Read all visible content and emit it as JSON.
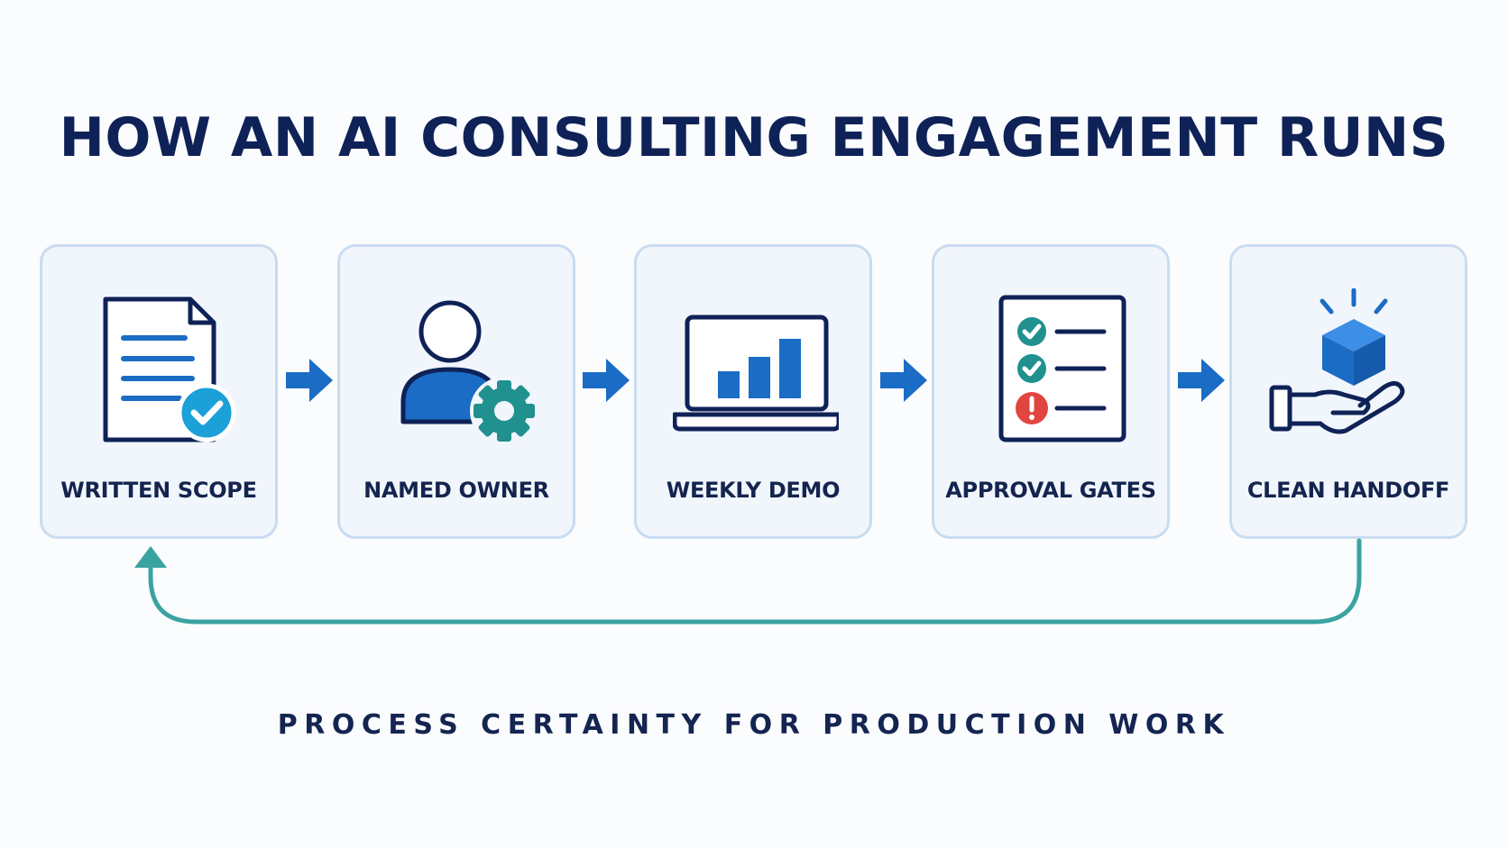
{
  "title": "HOW AN AI CONSULTING ENGAGEMENT RUNS",
  "steps": [
    {
      "label": "WRITTEN SCOPE",
      "icon": "document-check-icon"
    },
    {
      "label": "NAMED OWNER",
      "icon": "user-gear-icon"
    },
    {
      "label": "WEEKLY DEMO",
      "icon": "laptop-chart-icon"
    },
    {
      "label": "APPROVAL GATES",
      "icon": "checklist-icon"
    },
    {
      "label": "CLEAN HANDOFF",
      "icon": "hand-cube-icon"
    }
  ],
  "subtitle": "PROCESS CERTAINTY FOR PRODUCTION WORK",
  "colors": {
    "navy": "#0f2257",
    "blue": "#1a6cc4",
    "teal": "#20918e",
    "red": "#e0453f",
    "card_bg": "#f1f6fc",
    "card_border": "#c9dcf0",
    "loop": "#3aa3a1"
  }
}
